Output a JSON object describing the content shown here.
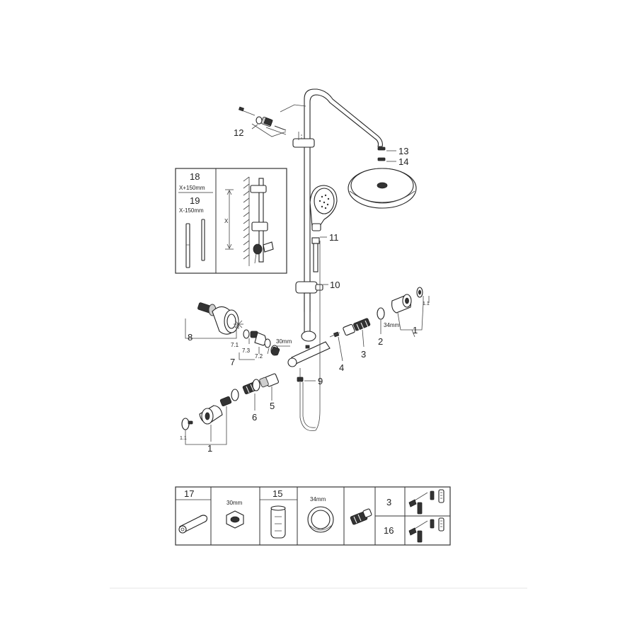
{
  "callouts": {
    "c1_right": "1",
    "c1_1_right": "1.1",
    "c2": "2",
    "c3": "3",
    "c4": "4",
    "c5": "5",
    "c6": "6",
    "c7": "7",
    "c7_1": "7.1",
    "c7_2": "7.2",
    "c7_3": "7.3",
    "c8": "8",
    "c9": "9",
    "c10": "10",
    "c11": "11",
    "c12": "12",
    "c13": "13",
    "c14": "14",
    "c1_left": "1",
    "c1_1_left": "1.1"
  },
  "dimensions": {
    "wrench_30": "30mm",
    "ring_34": "34mm"
  },
  "inset": {
    "label_18": "18",
    "spec_18": "X+150mm",
    "label_19": "19",
    "spec_19": "X-150mm",
    "dim_x": "X"
  },
  "legend": {
    "label_17": "17",
    "nut_size": "30mm",
    "label_15": "15",
    "ring_size": "34mm",
    "label_3": "3",
    "label_16": "16"
  },
  "colors": {
    "line": "#222222",
    "fill_dark": "#333333",
    "fill_grey": "#cfcfcf",
    "background": "#ffffff",
    "footer_rule": "#e6e6e6"
  }
}
